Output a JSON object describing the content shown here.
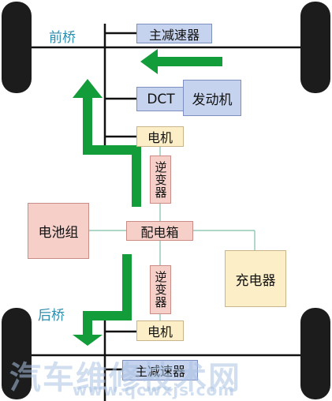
{
  "labels": {
    "front_axle": "前桥",
    "rear_axle": "后桥",
    "front_reducer": "主减速器",
    "rear_reducer": "主减速器",
    "dct": "DCT",
    "engine": "发动机",
    "front_motor": "电机",
    "rear_motor": "电机",
    "front_inverter": "逆变器",
    "rear_inverter": "逆变器",
    "distribution_box": "配电箱",
    "battery": "电池组",
    "charger": "充电器"
  },
  "watermark": {
    "brand": "汽车维修技术网",
    "url": "www.qcwxjs.com"
  },
  "colors": {
    "arrow": "#129c3a",
    "line": "#111111",
    "thin_line": "#7fbfa8",
    "axle_label": "#2e8eae"
  }
}
